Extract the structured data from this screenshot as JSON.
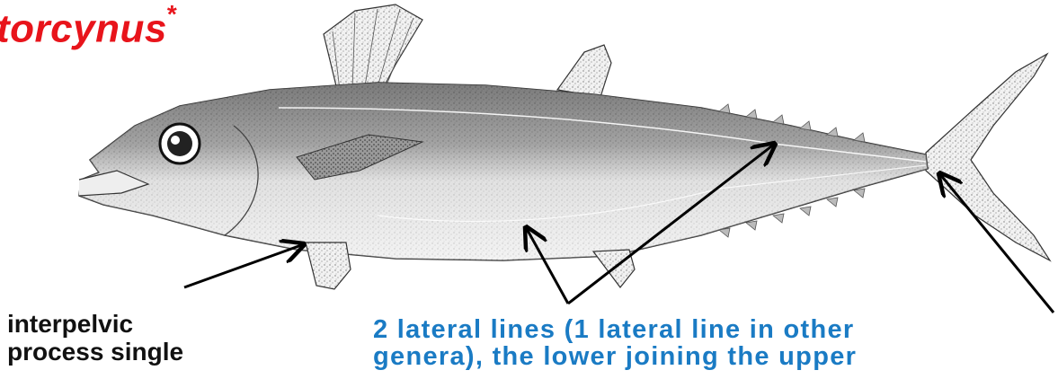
{
  "title": {
    "text": "torcynus",
    "marker": "*"
  },
  "labels": {
    "interpelvic_line1": "interpelvic",
    "interpelvic_line2": "process single",
    "lateral_line1": "2 lateral lines (1 lateral line in other",
    "lateral_line2": "genera), the lower joining the upper"
  },
  "colors": {
    "title": "#e8141b",
    "annotation_blue": "#1a7bc4",
    "annotation_black": "#111111",
    "arrow": "#000000"
  }
}
